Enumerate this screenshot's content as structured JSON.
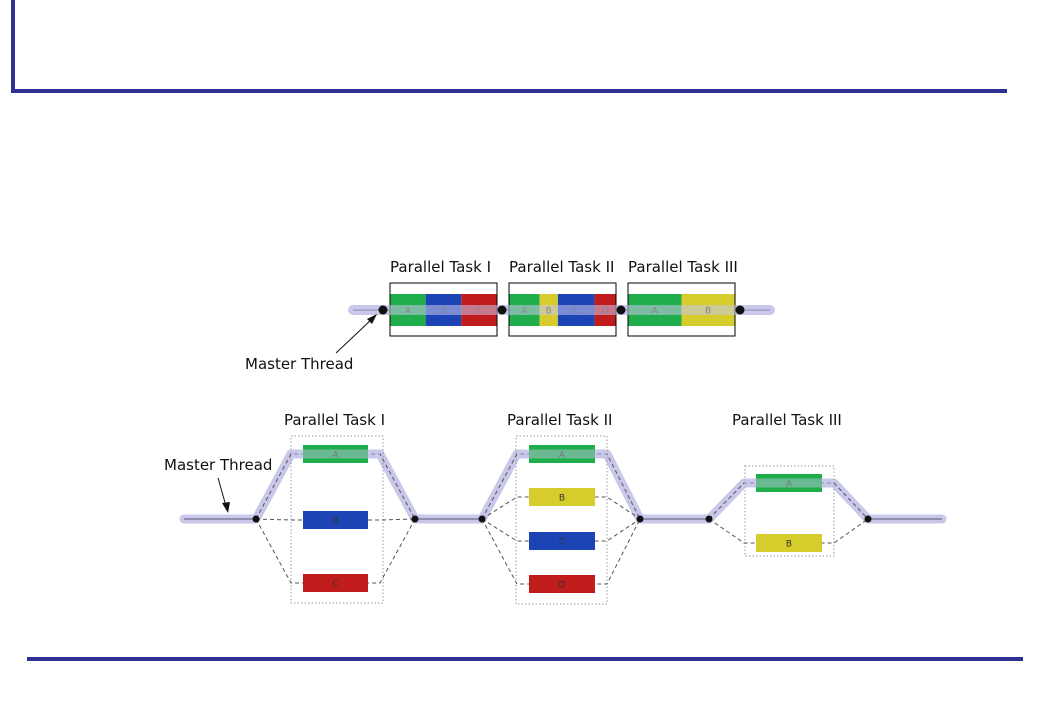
{
  "serial": {
    "master_thread_label": "Master Thread",
    "tasks": [
      {
        "title": "Parallel Task I",
        "segments": [
          {
            "label": "A",
            "color": "#1fae4b",
            "weight": 1
          },
          {
            "label": "B",
            "color": "#1c44b5",
            "weight": 1
          },
          {
            "label": "C",
            "color": "#c11c1c",
            "weight": 1
          }
        ]
      },
      {
        "title": "Parallel Task II",
        "segments": [
          {
            "label": "A",
            "color": "#1fae4b",
            "weight": 1
          },
          {
            "label": "B",
            "color": "#d6cd2c",
            "weight": 0.6
          },
          {
            "label": "C",
            "color": "#1c44b5",
            "weight": 1.2
          },
          {
            "label": "D",
            "color": "#c11c1c",
            "weight": 0.7
          }
        ]
      },
      {
        "title": "Parallel Task III",
        "segments": [
          {
            "label": "A",
            "color": "#1fae4b",
            "weight": 1
          },
          {
            "label": "B",
            "color": "#d6cd2c",
            "weight": 1
          }
        ]
      }
    ]
  },
  "parallel": {
    "master_thread_label": "Master Thread",
    "tasks": [
      {
        "title": "Parallel Task I",
        "threads": [
          {
            "label": "A",
            "color": "#1fae4b"
          },
          {
            "label": "B",
            "color": "#1c44b5"
          },
          {
            "label": "C",
            "color": "#c11c1c"
          }
        ]
      },
      {
        "title": "Parallel Task II",
        "threads": [
          {
            "label": "A",
            "color": "#1fae4b"
          },
          {
            "label": "B",
            "color": "#d6cd2c"
          },
          {
            "label": "C",
            "color": "#1c44b5"
          },
          {
            "label": "D",
            "color": "#c11c1c"
          }
        ]
      },
      {
        "title": "Parallel Task III",
        "threads": [
          {
            "label": "A",
            "color": "#1fae4b"
          },
          {
            "label": "B",
            "color": "#d6cd2c"
          }
        ]
      }
    ]
  },
  "colors": {
    "frame": "#2e3192",
    "thread_highlight": "#c9c8ea",
    "thread_line": "#6d6d8a"
  }
}
